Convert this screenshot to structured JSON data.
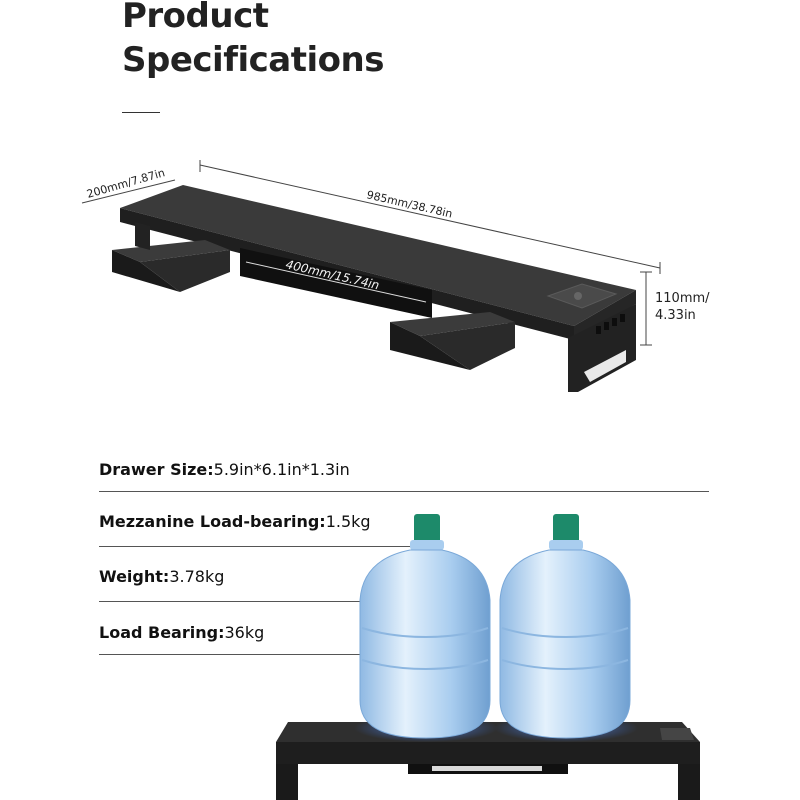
{
  "title": {
    "line1": "Product",
    "line2": "Specifications"
  },
  "dimensions": {
    "depth": "200mm/7.87in",
    "length": "985mm/38.78in",
    "inner_width": "400mm/15.74in",
    "height": "110mm/\n4.33in"
  },
  "specs": [
    {
      "label": "Drawer Size:",
      "value": "5.9in*6.1in*1.3in"
    },
    {
      "label": "Mezzanine Load-bearing:",
      "value": "1.5kg"
    },
    {
      "label": "Weight:",
      "value": "3.78kg"
    },
    {
      "label": "Load Bearing:",
      "value": "36kg"
    }
  ],
  "colors": {
    "stand": "#2b2b2b",
    "stand_top": "#3a3a3a",
    "bottle_cap": "#1d8a6a",
    "bottle_body": "#b9d7f2",
    "glow": "#3b6fd8"
  }
}
